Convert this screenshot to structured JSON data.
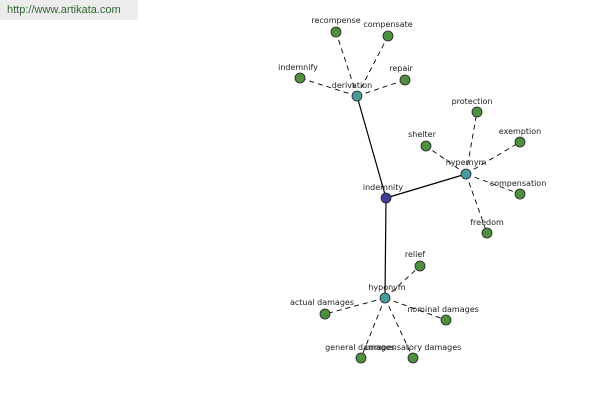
{
  "banner": {
    "url": "http://www.artikata.com"
  },
  "colors": {
    "leaf": "#4f8f3f",
    "relation": "#4a9a9a",
    "root": "#3f3f8f",
    "outline": "#222222",
    "edge": "#000000"
  },
  "graph": {
    "root": {
      "label": "indemnity"
    },
    "relations": [
      {
        "label": "derivation",
        "children": [
          "recompense",
          "compensate",
          "indemnify",
          "repair"
        ]
      },
      {
        "label": "hypernym",
        "children": [
          "protection",
          "shelter",
          "exemption",
          "compensation",
          "freedom"
        ]
      },
      {
        "label": "hyponym",
        "children": [
          "relief",
          "actual damages",
          "nominal damages",
          "general damages",
          "compensatory damages"
        ]
      }
    ]
  }
}
